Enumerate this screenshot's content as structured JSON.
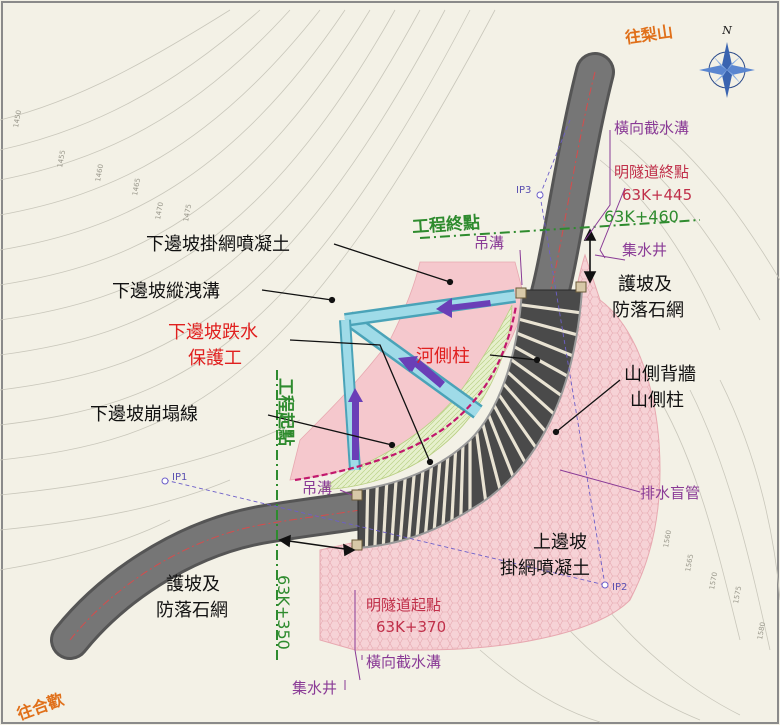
{
  "directions": {
    "north_letter": "N",
    "to_lishan": "往梨山",
    "to_hehuan": "往合歡"
  },
  "stations": {
    "end_line_label": "工程終點",
    "end_station": "63K+460",
    "start_line_label": "工程起點",
    "start_station": "63K+350",
    "tunnel_end_label": "明隧道終點",
    "tunnel_end_station": "63K+445",
    "tunnel_start_label": "明隧道起點",
    "tunnel_start_station": "63K+370"
  },
  "control_points": [
    "IP1",
    "IP2",
    "IP3"
  ],
  "contour_labels": [
    "1450",
    "1455",
    "1460",
    "1465",
    "1470",
    "1475",
    "1560",
    "1565",
    "1570",
    "1575",
    "1580"
  ],
  "callouts": {
    "lower_slope_shotcrete": "下邊坡掛網噴凝土",
    "lower_slope_drain": "下邊坡縱洩溝",
    "drop_protection_1": "下邊坡跌水",
    "drop_protection_2": "保護工",
    "collapse_line": "下邊坡崩塌線",
    "river_column": "河側柱",
    "hanging_ditch_top": "吊溝",
    "hanging_ditch_left": "吊溝",
    "catch_basin_top": "集水井",
    "catch_basin_bottom": "集水井",
    "slope_protection_top_1": "護坡及",
    "slope_protection_top_2": "防落石網",
    "slope_protection_bottom_1": "護坡及",
    "slope_protection_bottom_2": "防落石網",
    "mountain_wall_1": "山側背牆",
    "mountain_wall_2": "山側柱",
    "drain_pipe": "排水盲管",
    "upper_slope_1": "上邊坡",
    "upper_slope_2": "掛網噴凝土",
    "cross_ditch_top": "橫向截水溝",
    "cross_ditch_bottom": "橫向截水溝"
  },
  "colors": {
    "road": "#6e6e6e",
    "slope_pink": "#f3c9cd",
    "drain_blue": "#7ec8d8",
    "flow_arrow": "#6a3fb7",
    "callout_red": "#e0201f",
    "callout_purple": "#8a3b96",
    "station_green": "#2e8b2e",
    "direction_orange": "#e0701a"
  }
}
